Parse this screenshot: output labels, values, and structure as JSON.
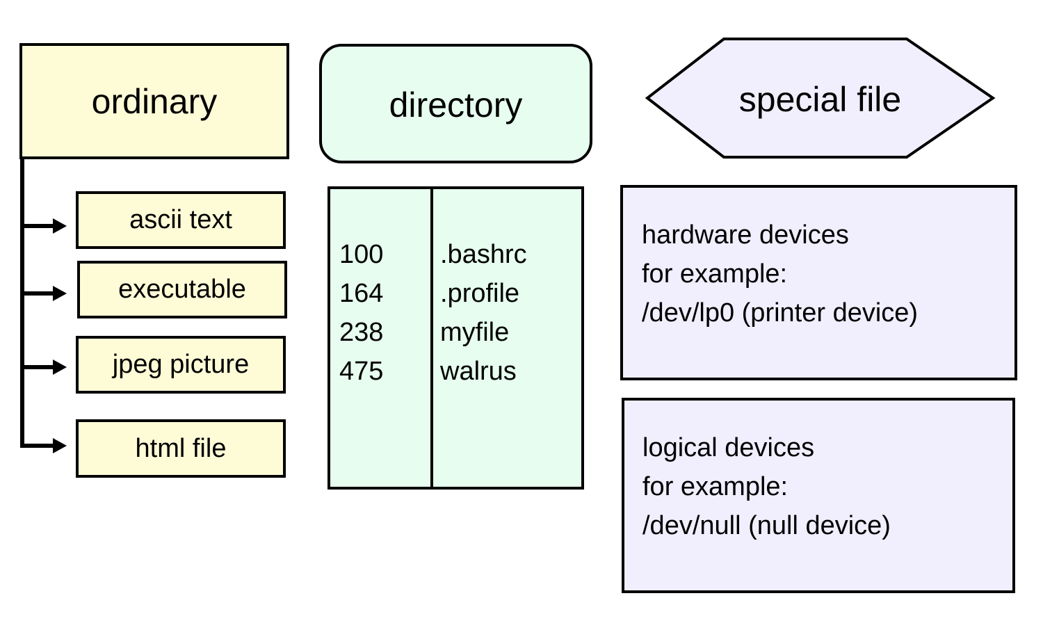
{
  "colors": {
    "ordinary_fill": "#fefcd7",
    "directory_fill": "#e6fdef",
    "special_fill": "#f1eefd",
    "stroke": "#000000"
  },
  "ordinary": {
    "title": "ordinary",
    "children": [
      "ascii text",
      "executable",
      "jpeg picture",
      "html file"
    ]
  },
  "directory": {
    "title": "directory",
    "table": {
      "inodes": [
        "100",
        "164",
        "238",
        "475"
      ],
      "names": [
        ".bashrc",
        ".profile",
        "myfile",
        "walrus"
      ]
    }
  },
  "special": {
    "title": "special file",
    "hardware": {
      "lines": [
        "hardware devices",
        "for example:",
        "/dev/lp0 (printer device)"
      ]
    },
    "logical": {
      "lines": [
        "logical devices",
        "for example:",
        "/dev/null (null device)"
      ]
    }
  }
}
